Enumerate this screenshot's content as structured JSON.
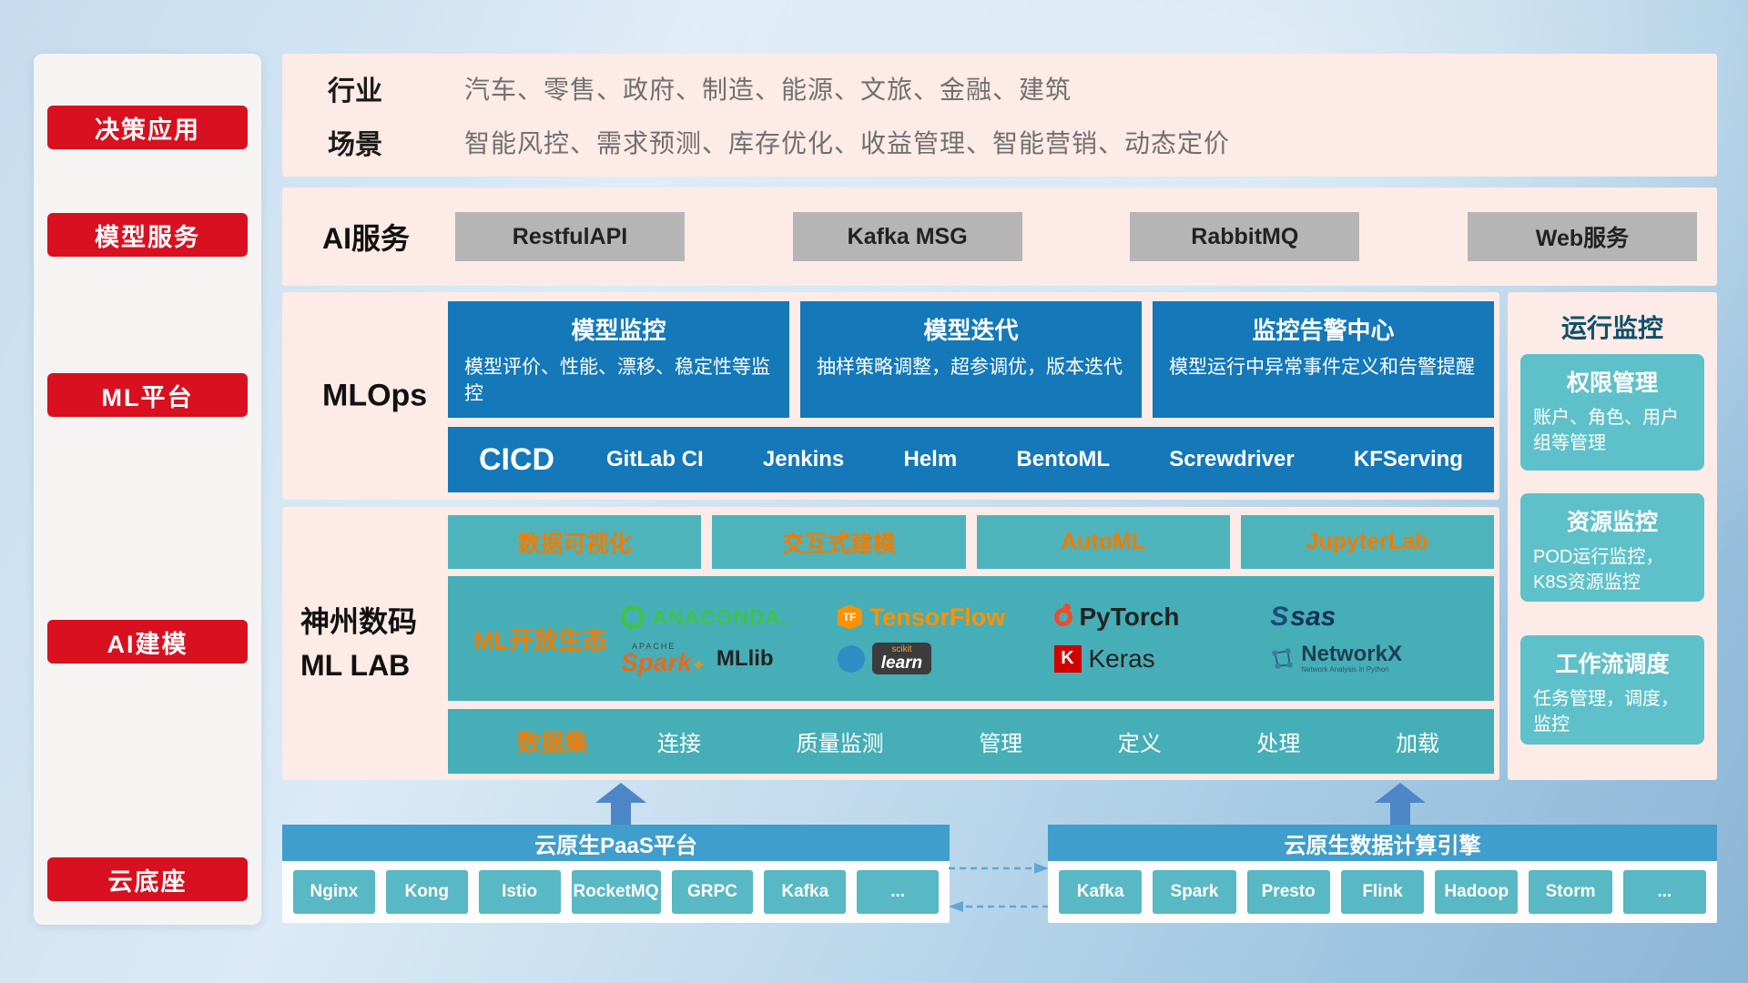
{
  "colors": {
    "accent_red": "#d8101f",
    "panel_pink": "#fcebe7",
    "card_blue": "#1478b9",
    "panel_teal": "#46aeb6",
    "tool_teal": "#4db4bc",
    "monitor_teal": "#5ec1ca",
    "button_gray": "#b5b5b5",
    "header_blue": "#3f9ecb",
    "button_teal": "#58b8c3",
    "accent_orange": "#f07c00",
    "arrow_blue": "#4d86c6"
  },
  "sidebar": {
    "items": [
      "决策应用",
      "模型服务",
      "ML平台",
      "AI建模",
      "云底座"
    ]
  },
  "industry": {
    "rows": [
      {
        "label": "行业",
        "text": "汽车、零售、政府、制造、能源、文旅、金融、建筑"
      },
      {
        "label": "场景",
        "text": "智能风控、需求预测、库存优化、收益管理、智能营销、动态定价"
      }
    ]
  },
  "ai_service": {
    "label": "AI服务",
    "items": [
      "RestfulAPI",
      "Kafka MSG",
      "RabbitMQ",
      "Web服务"
    ]
  },
  "mlops": {
    "label": "MLOps",
    "cards": [
      {
        "title": "模型监控",
        "desc": "模型评价、性能、漂移、稳定性等监控"
      },
      {
        "title": "模型迭代",
        "desc": "抽样策略调整，超参调优，版本迭代"
      },
      {
        "title": "监控告警中心",
        "desc": "模型运行中异常事件定义和告警提醒"
      }
    ],
    "cicd": {
      "label": "CICD",
      "items": [
        "GitLab CI",
        "Jenkins",
        "Helm",
        "BentoML",
        "Screwdriver",
        "KFServing"
      ]
    }
  },
  "mllab": {
    "label_line1": "神州数码",
    "label_line2": "ML LAB",
    "tools": [
      "数据可视化",
      "交互式建模",
      "AutoML",
      "JupyterLab"
    ],
    "eco": {
      "label": "ML开放生态",
      "anaconda": "ANACONDA.",
      "tensorflow": "TensorFlow",
      "pytorch": "PyTorch",
      "sas": "sas",
      "spark_apache": "APACHE",
      "spark": "Spark",
      "mllib": "MLlib",
      "scikit_top": "scikit",
      "scikit": "learn",
      "keras_k": "K",
      "keras": "Keras",
      "networkx": "NetworkX",
      "networkx_sub": "Network Analysis in Python"
    },
    "dataset": {
      "label": "数据集",
      "items": [
        "连接",
        "质量监测",
        "管理",
        "定义",
        "处理",
        "加载"
      ]
    }
  },
  "monitor": {
    "title": "运行监控",
    "cards": [
      {
        "title": "权限管理",
        "desc": "账户、角色、用户组等管理"
      },
      {
        "title": "资源监控",
        "desc": "POD运行监控，K8S资源监控"
      },
      {
        "title": "工作流调度",
        "desc": "任务管理，调度，监控"
      }
    ]
  },
  "cloud": {
    "paas": {
      "title": "云原生PaaS平台",
      "items": [
        "Nginx",
        "Kong",
        "Istio",
        "RocketMQ",
        "GRPC",
        "Kafka",
        "..."
      ]
    },
    "engine": {
      "title": "云原生数据计算引擎",
      "items": [
        "Kafka",
        "Spark",
        "Presto",
        "Flink",
        "Hadoop",
        "Storm",
        "..."
      ]
    }
  }
}
